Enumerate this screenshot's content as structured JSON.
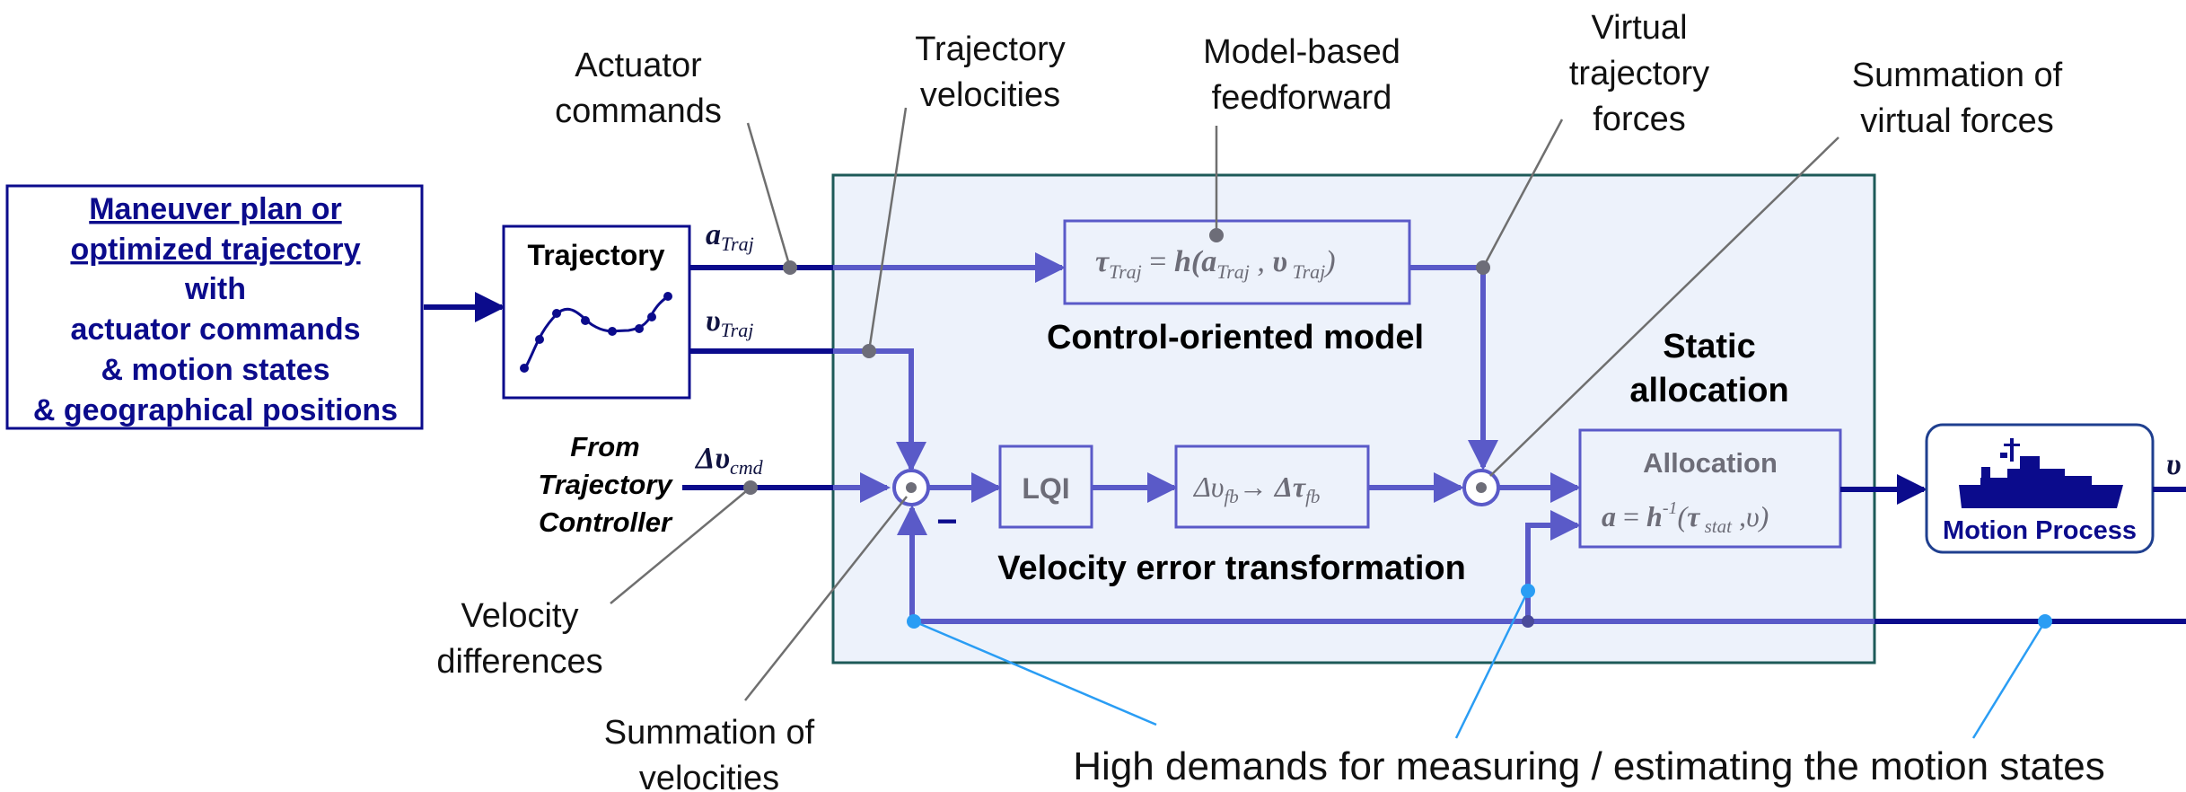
{
  "colors": {
    "navy": "#0b0b8c",
    "blue_signal": "#5a5ac8",
    "panel_fill": "#edf2fb",
    "panel_border": "#1d5a58",
    "annotation_line": "#6f6f6f",
    "light_blue": "#2a9df4"
  },
  "input_box": {
    "line1": "Maneuver plan or",
    "line2": "optimized trajectory",
    "line3": "with",
    "line4": "actuator commands",
    "line5": "& motion states",
    "line6": "& geographical positions"
  },
  "trajectory_block": {
    "title": "Trajectory"
  },
  "signals": {
    "a_traj_main": "a",
    "a_traj_sub": "Traj",
    "v_traj_main": "υ",
    "v_traj_sub": "Traj",
    "dv_cmd_main": "Δυ",
    "dv_cmd_sub": "cmd",
    "output_main": "υ",
    "minus_sign": "−"
  },
  "from_controller": {
    "line1": "From",
    "line2": "Trajectory",
    "line3": "Controller"
  },
  "model_block": {
    "tau": "τ",
    "tau_sub": "Traj",
    "equals": " = ",
    "h": "h(",
    "a": "a",
    "a_sub": "Traj",
    "comma": " ,  ",
    "v": "υ",
    "v_sub": " Traj",
    "close": ")"
  },
  "section_labels": {
    "control_model": "Control-oriented model",
    "velocity_error": "Velocity error transformation",
    "static_line1": "Static",
    "static_line2": "allocation"
  },
  "lqi_block": {
    "label": "LQI"
  },
  "transform_block": {
    "dv": "Δυ",
    "dv_sub": "fb",
    "arrow": "→ ",
    "dtau": "Δτ",
    "dtau_sub": "fb"
  },
  "allocation_block": {
    "title": "Allocation",
    "a": "a",
    "eq": " = ",
    "h": "h",
    "sup": "-1",
    "open": "(",
    "tau": "τ",
    "tau_sub": " stat",
    "rest": "  ,υ)"
  },
  "motion_block": {
    "label": "Motion Process",
    "icon": "ship-icon"
  },
  "annotations": {
    "actuator_1": "Actuator",
    "actuator_2": "commands",
    "trajvel_1": "Trajectory",
    "trajvel_2": "velocities",
    "model_1": "Model-based",
    "model_2": "feedforward",
    "virtual_1": "Virtual",
    "virtual_2": "trajectory",
    "virtual_3": "forces",
    "sumvirt_1": "Summation of",
    "sumvirt_2": "virtual forces",
    "veldiff_1": "Velocity",
    "veldiff_2": "differences",
    "sumvel_1": "Summation of",
    "sumvel_2": "velocities",
    "demands": "High demands for measuring / estimating the motion states"
  }
}
